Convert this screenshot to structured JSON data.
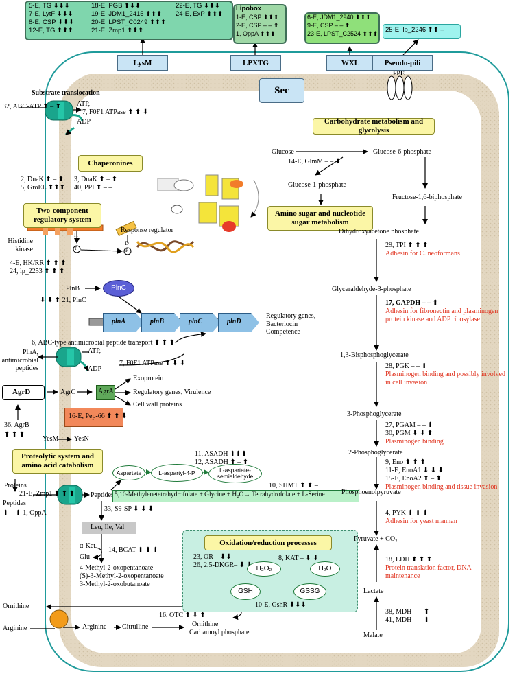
{
  "top_boxes": {
    "lysm_list": [
      "5-E, TG ⬇⬇⬇",
      "7-E, LytF ⬇⬇⬇",
      "8-E, CSP ⬇⬇⬇",
      "12-E, TG ⬆⬆⬆",
      "18-E, PGB ⬆⬇⬇",
      "19-E, JDM1_2415 ⬆⬆⬆",
      "20-E, LPST_C0249 ⬆⬆⬆",
      "21-E, Zmp1 ⬆⬆⬆",
      "22-E, TG ⬇⬇⬇",
      "24-E, ExP ⬆⬆⬆"
    ],
    "lipobox_title": "Lipobox",
    "lipobox_list": [
      "1-E, CSP ⬆⬆⬆",
      "2-E, CSP – – ⬆",
      "1, OppA ⬆⬆⬆"
    ],
    "wxl_list": [
      "6-E, JDM1_2940 ⬆⬆⬆",
      "9-E, CSP – – ⬆",
      "23-E, LPST_C2524 ⬆⬆⬆"
    ],
    "pili_item": "25-E, lp_2246 ⬆⬆ –"
  },
  "surface_labels": {
    "lysm": "LysM",
    "lpxtg": "LPXTG",
    "wxl": "WXL",
    "pili": "Pseudo-pili",
    "sec": "Sec",
    "fpe": "FPE"
  },
  "substrate": {
    "title": "Substrate translocation",
    "abc": "32, ABC-ATP ⬆ – ⬆",
    "atp": "ATP,",
    "adp": "ADP",
    "f0f1": "7, F0F1 ATPase ⬆ ⬆ ⬇"
  },
  "chaperonines": {
    "title": "Chaperonines",
    "dnak2": "2, DnaK ⬆ – ⬆",
    "groel": "5, GroEL ⬆⬆⬆",
    "dnak3": "3, DnaK ⬆ – ⬆",
    "ppi": "40, PPI ⬆ – –"
  },
  "two_component": {
    "title": "Two-component regulatory system",
    "histidine": "Histidine kinase",
    "response": "Response regulator",
    "h": "H",
    "d": "D",
    "p": "P",
    "hkrr": "4-E, HK/RR ⬆ ⬆ ⬆",
    "lp2253": "24, lp_2253 ⬆ ⬆ ⬆"
  },
  "bacteriocin": {
    "plnb_label": "PlnB",
    "plnc_oval": "PlnC",
    "plnc_item": "⬇ ⬇ ⬆ 21, PlnC",
    "genes": [
      "plnA",
      "plnB",
      "plnC",
      "plnD"
    ],
    "reg_genes": "Regulatory genes, Bacteriocin Competence",
    "abc_transport": "6, ABC-type antimicrobial peptide transport ⬆ ⬆ ⬆",
    "atp": "ATP,",
    "adp": "ADP",
    "plna": "PlnA, antimicrobial peptides",
    "f0f1": "7, F0F1 ATPase ⬆ ⬇ ⬇"
  },
  "agr": {
    "agrd": "AgrD",
    "agrc": "AgrC",
    "agra": "AgrA",
    "exoprotein": "Exoprotein",
    "regulatory": "Regulatory genes, Virulence",
    "cellwall": "Cell wall proteins",
    "pep66": "16-E, Pep-66 ⬆ ⬆ ⬇",
    "agrb": "36, AgrB",
    "agrb_arrows": "⬆ ⬆ ⬆",
    "yesm": "YesM",
    "yesn": "YesN"
  },
  "proteolytic": {
    "title": "Proteolytic system and amino acid catabolism",
    "proteins": "Proteins",
    "zmp1": "21-E, Zmp1 ⬆ ⬆ ⬆",
    "peptides_left": "Peptides",
    "oppa": "⬆ – ⬆ 1, OppA",
    "peptides_right": "Peptides",
    "s9sp": "33, S9-SP ⬇ ⬇ ⬇",
    "leu": "Leu, Ile, Val",
    "aket": "α-Ket",
    "glu": "Glu",
    "bcat": "14, BCAT ⬆ ⬆ ⬆",
    "prod1": "4-Methyl-2-oxopentanoate",
    "prod2": "(S)-3-Methyl-2-oxopentanoate",
    "prod3": "3-Methyl-2-oxobutanoate",
    "aspartate": "Aspartate",
    "laspartyl": "L-aspartyl-4-P",
    "lasp_semi": "L-aspartate-semialdehyde",
    "asadh11": "11, ASADH ⬆⬆⬆",
    "asadh12": "12, ASADH ⬆ – ⬆",
    "shmt": "10, SHMT ⬆ ⬆ –",
    "folate": "5,10-Methylenetetrahydrofolate + Glycine + H₂O→ Tetrahydrofolate + L-Serine"
  },
  "redox": {
    "title": "Oxidation/reduction processes",
    "or": "23, OR – ⬇⬇",
    "dkgr": "26, 2,5-DKGR– ⬇ ⬇",
    "kat": "8, KAT – ⬇ ⬇",
    "h2o2": "H₂O₂",
    "h2o": "H₂O",
    "gsh": "GSH",
    "gssg": "GSSG",
    "gshr": "10-E, GshR ⬇⬇⬇"
  },
  "urea": {
    "ornithine_left": "Ornithine",
    "arginine_left": "Arginine",
    "arginine": "Arginine",
    "citrulline": "Citrulline",
    "otc": "16, OTC ⬆ ⬇ ⬆",
    "ornithine": "Ornithine",
    "carbamoyl": "Carbamoyl phosphate"
  },
  "glycolysis": {
    "title": "Carbohydrate metabolism and glycolysis",
    "glucose": "Glucose",
    "g6p": "Glucose-6-phosphate",
    "glmm": "14-E, GlmM – – ⬇",
    "g1p": "Glucose-1-phosphate",
    "f16bp": "Fructose-1,6-biphosphate",
    "aminosugar": "Amino sugar and nucleotide sugar metabolism",
    "dhap": "Dihydroxyacetone phosphate",
    "tpi": "29, TPI ⬆ ⬆ ⬆",
    "tpi_note": "Adhesin for C. neoformans",
    "gap": "Glyceraldehyde-3-phosphate",
    "gapdh": "17, GAPDH – – ⬆",
    "gapdh_note": "Adhesin for fibronectin and plasminogen protein kinase and ADP ribosylase",
    "bpg": "1,3-Bisphosphoglycerate",
    "pgk": "28, PGK – – ⬆",
    "pgk_note": "Plasminogen binding and possibly involved in cell invasion",
    "pg3": "3-Phosphoglycerate",
    "pgam": "27, PGAM – – ⬆",
    "pgm": "30, PGM ⬇ ⬇ ⬆",
    "pgm_note": "Plasminogen binding",
    "pg2": "2-Phosphoglycerate",
    "eno": "9, Eno ⬆ ⬆ ⬆",
    "enoa1": "11-E, EnoA1 ⬇ ⬇ ⬇",
    "enoa2": "15-E, EnoA2 ⬆ – ⬆",
    "eno_note": "Plasminogen binding and tissue invasion",
    "pep": "Phosphoenolpyruvate",
    "pyk": "4, PYK ⬆ ⬆ ⬆",
    "pyk_note": "Adhesin for yeast mannan",
    "pyruvate": "Pyruvate + CO₂",
    "ldh": "18, LDH ⬆ ⬆ ⬆",
    "ldh_note": "Protein translation factor, DNA maintenance",
    "lactate": "Lactate",
    "mdh38": "38, MDH – – ⬆",
    "mdh41": "41, MDH – – ⬆",
    "malate": "Malate"
  },
  "colors": {
    "red": "#e0321e",
    "yellow": "#fbf6a6",
    "blue": "#c9e4f5",
    "green": "#7fd6ad",
    "teal": "#1f9b9b",
    "tan": "#e4d8c2"
  }
}
